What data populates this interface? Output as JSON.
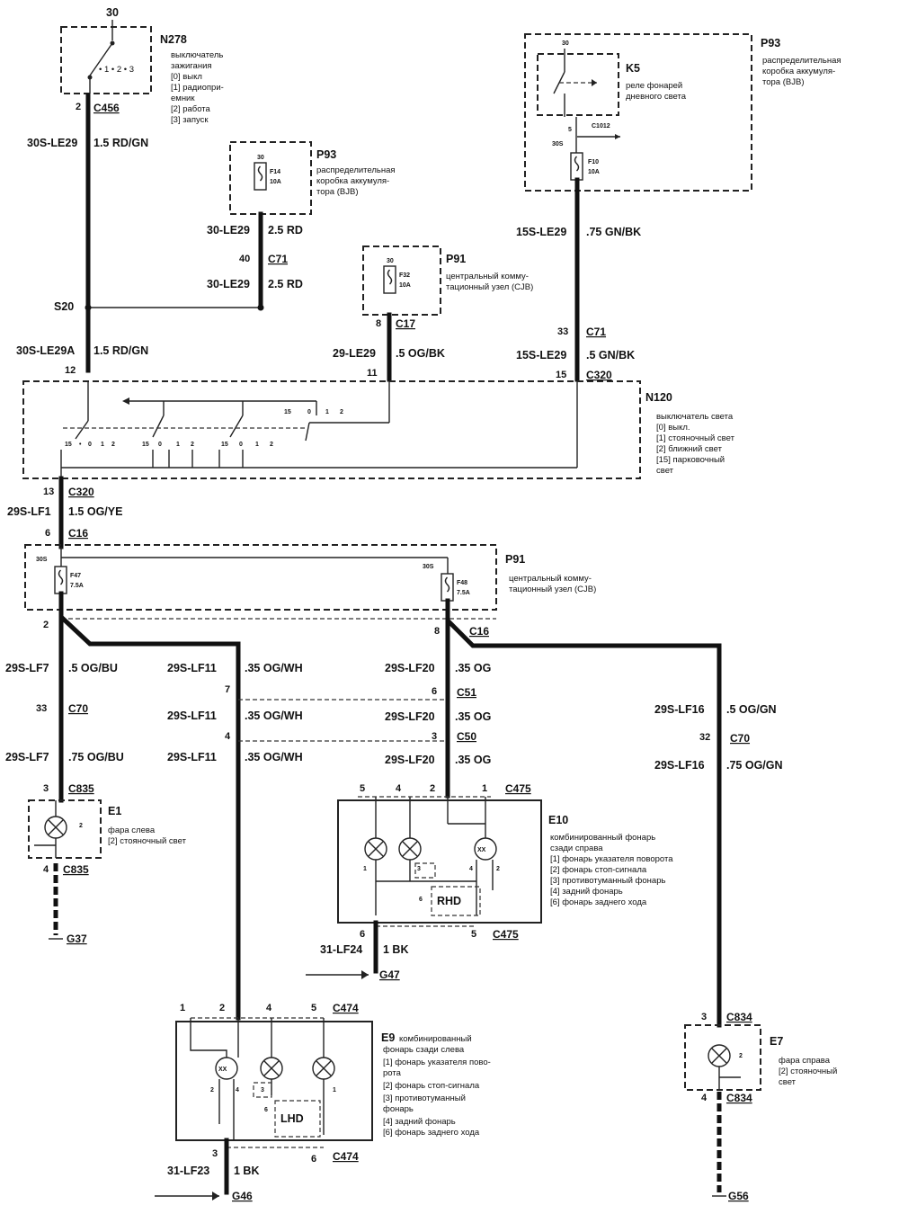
{
  "terminal_top": "30",
  "ignition": {
    "id": "N278",
    "desc": [
      "выключатель",
      "зажигания",
      "[0] выкл",
      "[1] радиопри-",
      "емник",
      "[2] работа",
      "[3] запуск"
    ],
    "pin": "2",
    "connector": "C456"
  },
  "bjb_left": {
    "id": "P93",
    "desc": [
      "распределительная",
      "коробка аккумуля-",
      "тора (BJB)"
    ],
    "fuse": "F14",
    "amp": "10A",
    "term": "30"
  },
  "bjb_right": {
    "id": "P93",
    "desc": [
      "распределительная",
      "коробка аккумуля-",
      "тора (BJB)"
    ],
    "fuse": "F10",
    "amp": "10A",
    "term": "30S",
    "conn": "C1012",
    "pin": "5"
  },
  "relay": {
    "id": "K5",
    "desc": [
      "реле фонарей",
      "дневного света"
    ],
    "term": "30"
  },
  "cjb_top": {
    "id": "P91",
    "desc": [
      "центральный комму-",
      "тационный узел (CJB)"
    ],
    "fuse": "F32",
    "amp": "10A",
    "term": "30",
    "pin": "8",
    "connector": "C17"
  },
  "light_switch": {
    "id": "N120",
    "desc": [
      "выключатель света",
      "[0] выкл.",
      "[1] стояночный свет",
      "[2] ближний свет",
      "[15] парковочный",
      "свет"
    ],
    "pin_in_left": "12",
    "pin_in_mid": "11",
    "pin_in_right": "15",
    "conn_in_right": "C320",
    "pin_out": "13",
    "conn_out": "C320",
    "contact_labels": [
      "15",
      "0",
      "1",
      "2"
    ]
  },
  "cjb_mid": {
    "id": "P91",
    "desc": [
      "центральный комму-",
      "тационный узел (CJB)"
    ],
    "fuse_left": "F47",
    "amp_left": "7.5A",
    "term_left": "30S",
    "fuse_right": "F48",
    "amp_right": "7.5A",
    "term_right": "30S",
    "pin_in": "6",
    "conn_in": "C16",
    "pin_out_left": "2",
    "pin_out_right": "8",
    "conn_out_right": "C16"
  },
  "wires": {
    "w1": "30S-LE29",
    "w1c": "1.5 RD/GN",
    "w2": "30-LE29",
    "w2c": "2.5 RD",
    "w3": "30-LE29",
    "w3c": "2.5 RD",
    "c71_pin": "40",
    "c71": "C71",
    "splice": "S20",
    "w4": "30S-LE29A",
    "w4c": "1.5 RD/GN",
    "w5": "29-LE29",
    "w5c": ".5 OG/BK",
    "w6": "15S-LE29",
    "w6c": ".75 GN/BK",
    "c71b_pin": "33",
    "c71b": "C71",
    "w7": "15S-LE29",
    "w7c": ".5 GN/BK",
    "w8": "29S-LF1",
    "w8c": "1.5 OG/YE",
    "w9": "29S-LF7",
    "w9c": ".5 OG/BU",
    "c70_pin": "33",
    "c70": "C70",
    "w10": "29S-LF7",
    "w10c": ".75 OG/BU",
    "w11": "29S-LF11",
    "w11c": ".35 OG/WH",
    "c51_pin_l": "7",
    "c51_pin_r": "6",
    "c51": "C51",
    "w12": "29S-LF11",
    "w12c": ".35 OG/WH",
    "c50_pin_l": "4",
    "c50_pin_r": "3",
    "c50": "C50",
    "w13": "29S-LF11",
    "w13c": ".35 OG/WH",
    "w14": "29S-LF20",
    "w14c": ".35 OG",
    "w15": "29S-LF20",
    "w15c": ".35 OG",
    "w16": "29S-LF20",
    "w16c": ".35 OG",
    "w17": "29S-LF16",
    "w17c": ".5 OG/GN",
    "c70b_pin": "32",
    "c70b": "C70",
    "w18": "29S-LF16",
    "w18c": ".75 OG/GN",
    "w19": "31-LF24",
    "w19c": "1 BK",
    "w20": "31-LF23",
    "w20c": "1 BK"
  },
  "e1": {
    "id": "E1",
    "desc": [
      "фара слева",
      "[2] стояночный свет"
    ],
    "pin_top": "3",
    "pin_bot": "4",
    "conn": "C835",
    "inner": "2",
    "ground": "G37"
  },
  "e7": {
    "id": "E7",
    "desc": [
      "фара справа",
      "[2] стояночный",
      "свет"
    ],
    "pin_top": "3",
    "pin_bot": "4",
    "conn": "C834",
    "inner": "2",
    "ground": "G56"
  },
  "e10": {
    "id": "E10",
    "desc": [
      "комбинированный фонарь",
      "сзади справа",
      "[1] фонарь указателя поворота",
      "[2] фонарь стоп-сигнала",
      "[3] противотуманный фонарь",
      "[4] задний фонарь",
      "[6] фонарь заднего хода"
    ],
    "top_pins": [
      "5",
      "4",
      "2",
      "1"
    ],
    "conn": "C475",
    "inner_pins": [
      "1",
      "3",
      "4",
      "2"
    ],
    "rhd": "RHD",
    "rhd_pin": "6",
    "bottom_pins": [
      "6",
      "5"
    ],
    "ground": "G47"
  },
  "e9": {
    "id": "E9",
    "desc": [
      "комбинированный",
      "фонарь сзади слева",
      "[1] фонарь указателя пово-",
      "рота",
      "[2] фонарь стоп-сигнала",
      "[3] противотуманный",
      "фонарь",
      "[4] задний фонарь",
      "[6] фонарь заднего хода"
    ],
    "top_pins": [
      "1",
      "2",
      "4",
      "5"
    ],
    "conn": "C474",
    "inner_pins": [
      "2",
      "4",
      "3",
      "1"
    ],
    "lhd": "LHD",
    "lhd_pin": "6",
    "bottom_pins": [
      "3",
      "6"
    ],
    "ground": "G46"
  }
}
